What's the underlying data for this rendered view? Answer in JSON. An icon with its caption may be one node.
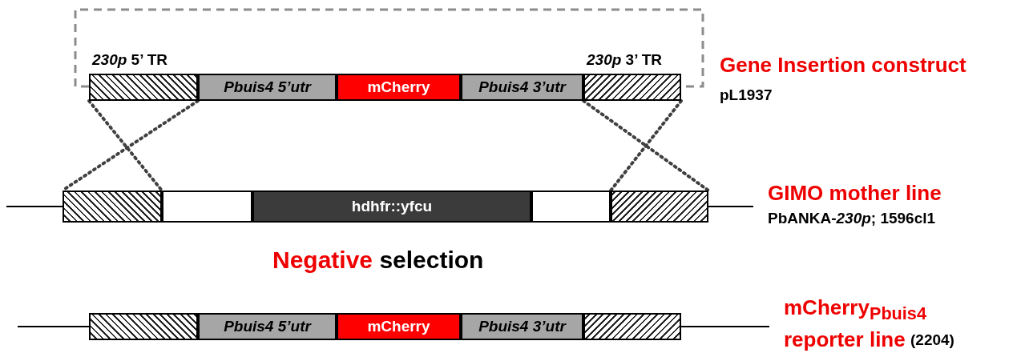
{
  "diagram": {
    "nodes": [
      {
        "text": [
          "*230p* 5’ TR"
        ]
      },
      {
        "text": [
          "Pbuis4 5’utr"
        ]
      },
      {
        "text": [
          "mCherry"
        ]
      },
      {
        "text": [
          "Pbuis4 3’utr"
        ]
      },
      {
        "text": [
          "*230p* 3’ TR"
        ]
      },
      {
        "text": [],
        "shape": "bar"
      },
      {
        "text": [],
        "shape": "box"
      },
      {
        "text": [
          "hdhfr::yfcu"
        ]
      },
      {
        "text": [],
        "shape": "box"
      },
      {
        "text": [],
        "shape": "bar"
      },
      {
        "text": [],
        "shape": "bar"
      },
      {
        "text": [
          "Pbuis4 5’utr"
        ]
      },
      {
        "text": [
          "mCherry"
        ]
      },
      {
        "text": [
          "Pbuis4 3’utr"
        ]
      },
      {
        "text": [],
        "shape": "bar"
      }
    ],
    "edges": [
      {
        "from": 0,
        "to": 5,
        "arrow": "none"
      },
      {
        "from": 0,
        "to": 5,
        "arrow": "none"
      },
      {
        "from": 4,
        "to": 9,
        "arrow": "none"
      },
      {
        "from": 4,
        "to": 9,
        "arrow": "none"
      }
    ],
    "labels": [
      "Gene Insertion construct",
      "pL1937",
      "GIMO mother line",
      "PbANKA-*230p*; 1596cl1",
      "Negative selection",
      "mCherry$_{Pbuis4}$ reporter line",
      "(2204)"
    ]
  }
}
